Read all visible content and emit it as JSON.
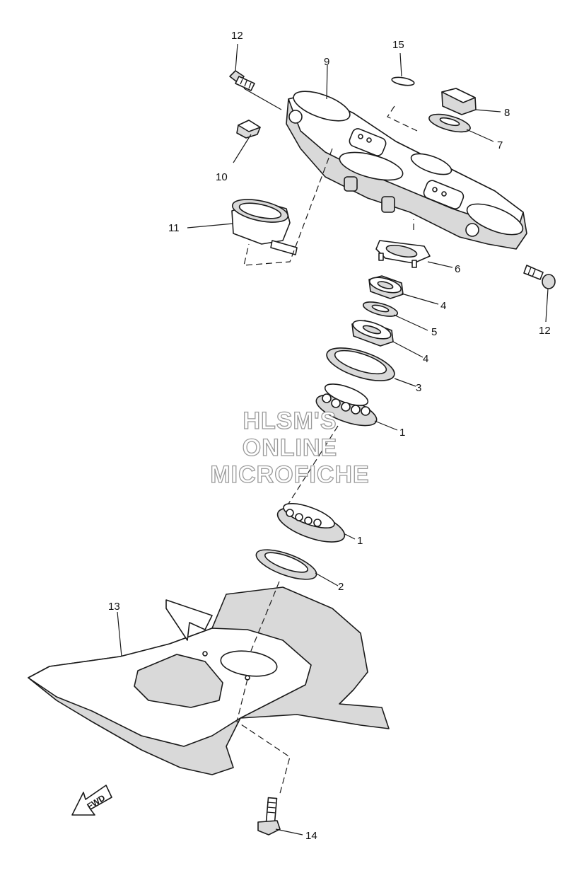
{
  "diagram": {
    "callouts": [
      "1",
      "1",
      "2",
      "3",
      "4",
      "4",
      "5",
      "6",
      "7",
      "8",
      "9",
      "10",
      "11",
      "12",
      "12",
      "13",
      "14",
      "15"
    ],
    "watermark": [
      "HLSM'S",
      "ONLINE",
      "MICROFICHE"
    ],
    "fwd_label": "FWD"
  },
  "colors": {
    "stroke": "#1a1a1a",
    "shade": "#d9d9d9",
    "watermark_outline": "#9a9a9a"
  }
}
